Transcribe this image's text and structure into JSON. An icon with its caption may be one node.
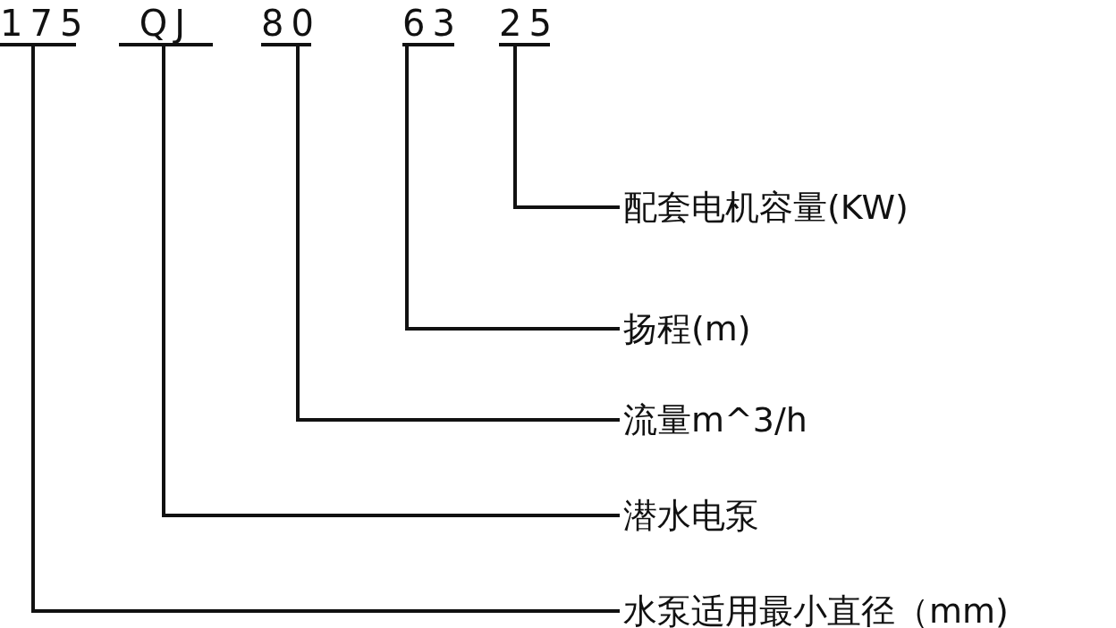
{
  "diagram": {
    "nodes": [
      {
        "text": [
          "175"
        ]
      },
      {
        "text": [
          "QJ"
        ]
      },
      {
        "text": [
          "80"
        ]
      },
      {
        "text": [
          "63"
        ]
      },
      {
        "text": [
          "25"
        ]
      },
      {
        "text": [
          "配套电机容量(KW)"
        ]
      },
      {
        "text": [
          "扬程(m)"
        ]
      },
      {
        "text": [
          "流量m^3/h"
        ]
      },
      {
        "text": [
          "潜水电泵"
        ]
      },
      {
        "text": [
          "水泵适用最小直径（mm)"
        ]
      }
    ],
    "edges": [
      {
        "from": 4,
        "to": 5,
        "arrow": "none"
      },
      {
        "from": 3,
        "to": 6,
        "arrow": "none"
      },
      {
        "from": 2,
        "to": 7,
        "arrow": "none"
      },
      {
        "from": 1,
        "to": 8,
        "arrow": "none"
      },
      {
        "from": 0,
        "to": 9,
        "arrow": "none"
      }
    ]
  }
}
